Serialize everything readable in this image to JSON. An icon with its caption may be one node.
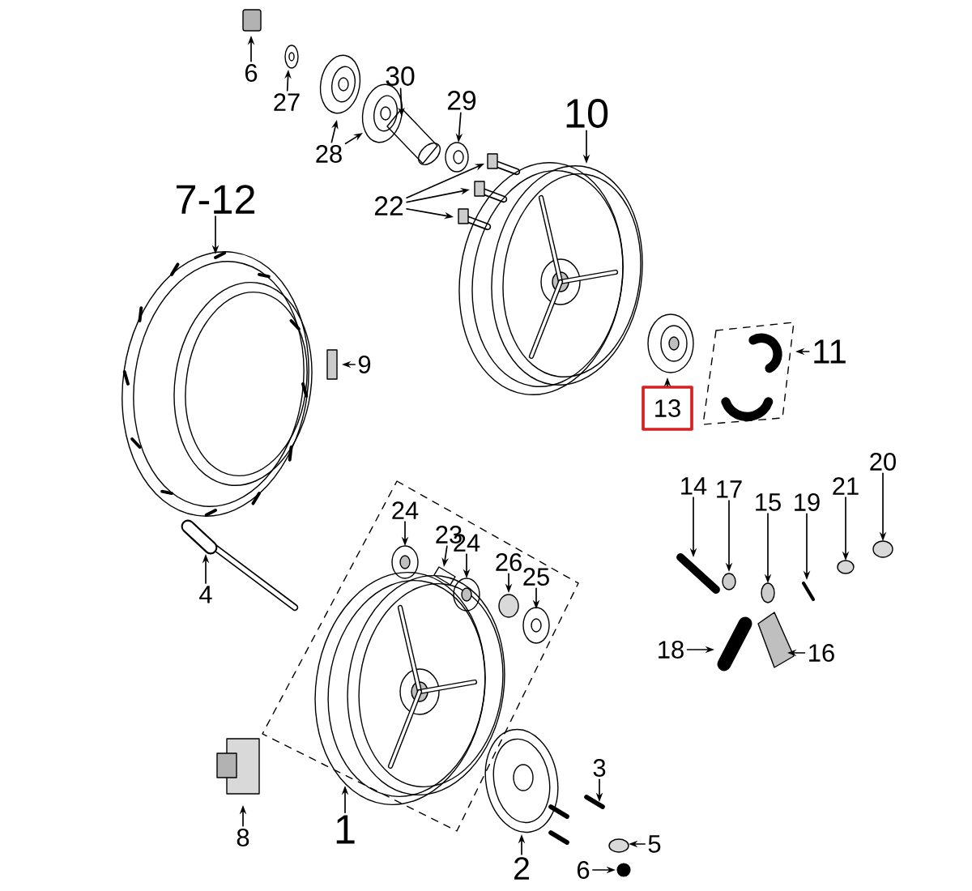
{
  "diagram": {
    "nodes": [
      {
        "text": [
          "6"
        ]
      },
      {
        "text": [
          "27"
        ]
      },
      {
        "text": [
          "28"
        ]
      },
      {
        "text": [
          "30"
        ]
      },
      {
        "text": [
          "29"
        ]
      },
      {
        "text": [
          "10"
        ]
      },
      {
        "text": [
          "7-12"
        ]
      },
      {
        "text": [
          "22"
        ]
      },
      {
        "text": [
          "9"
        ]
      },
      {
        "text": [
          "11"
        ]
      },
      {
        "text": [
          "13"
        ]
      },
      {
        "text": [
          "4"
        ]
      },
      {
        "text": [
          "24"
        ]
      },
      {
        "text": [
          "23"
        ]
      },
      {
        "text": [
          "24"
        ]
      },
      {
        "text": [
          "26"
        ]
      },
      {
        "text": [
          "25"
        ]
      },
      {
        "text": [
          "14"
        ]
      },
      {
        "text": [
          "17"
        ]
      },
      {
        "text": [
          "20"
        ]
      },
      {
        "text": [
          "21"
        ]
      },
      {
        "text": [
          "15"
        ]
      },
      {
        "text": [
          "19"
        ]
      },
      {
        "text": [
          "18"
        ]
      },
      {
        "text": [
          "16"
        ]
      },
      {
        "text": [
          "3"
        ]
      },
      {
        "text": [
          "8"
        ]
      },
      {
        "text": [
          "1"
        ]
      },
      {
        "text": [
          "2"
        ]
      },
      {
        "text": [
          "5"
        ]
      },
      {
        "text": [
          "6"
        ]
      }
    ],
    "edges": [
      {
        "from": 0,
        "to": null,
        "arrow": "to"
      },
      {
        "from": 1,
        "to": null,
        "arrow": "to"
      },
      {
        "from": 2,
        "to": null,
        "arrow": "to"
      },
      {
        "from": 2,
        "to": null,
        "arrow": "to"
      },
      {
        "from": 3,
        "to": null,
        "arrow": "to"
      },
      {
        "from": 4,
        "to": null,
        "arrow": "to"
      },
      {
        "from": 5,
        "to": null,
        "arrow": "to"
      },
      {
        "from": 6,
        "to": null,
        "arrow": "to"
      },
      {
        "from": 7,
        "to": null,
        "arrow": "to"
      },
      {
        "from": 7,
        "to": null,
        "arrow": "to"
      },
      {
        "from": 7,
        "to": null,
        "arrow": "to"
      },
      {
        "from": 8,
        "to": null,
        "arrow": "to"
      },
      {
        "from": 9,
        "to": null,
        "arrow": "to"
      },
      {
        "from": 10,
        "to": null,
        "arrow": "to"
      },
      {
        "from": 11,
        "to": null,
        "arrow": "to"
      },
      {
        "from": 12,
        "to": null,
        "arrow": "to"
      },
      {
        "from": 13,
        "to": null,
        "arrow": "to"
      },
      {
        "from": 14,
        "to": null,
        "arrow": "to"
      },
      {
        "from": 15,
        "to": null,
        "arrow": "to"
      },
      {
        "from": 16,
        "to": null,
        "arrow": "to"
      },
      {
        "from": 17,
        "to": null,
        "arrow": "to"
      },
      {
        "from": 18,
        "to": null,
        "arrow": "to"
      },
      {
        "from": 19,
        "to": null,
        "arrow": "to"
      },
      {
        "from": 20,
        "to": null,
        "arrow": "to"
      },
      {
        "from": 21,
        "to": null,
        "arrow": "to"
      },
      {
        "from": 22,
        "to": null,
        "arrow": "to"
      },
      {
        "from": 23,
        "to": null,
        "arrow": "to"
      },
      {
        "from": 24,
        "to": null,
        "arrow": "to"
      },
      {
        "from": 25,
        "to": null,
        "arrow": "to"
      },
      {
        "from": 26,
        "to": null,
        "arrow": "to"
      },
      {
        "from": 27,
        "to": null,
        "arrow": "to"
      },
      {
        "from": 28,
        "to": null,
        "arrow": "to"
      },
      {
        "from": 29,
        "to": null,
        "arrow": "to"
      },
      {
        "from": 30,
        "to": null,
        "arrow": "to"
      }
    ]
  }
}
